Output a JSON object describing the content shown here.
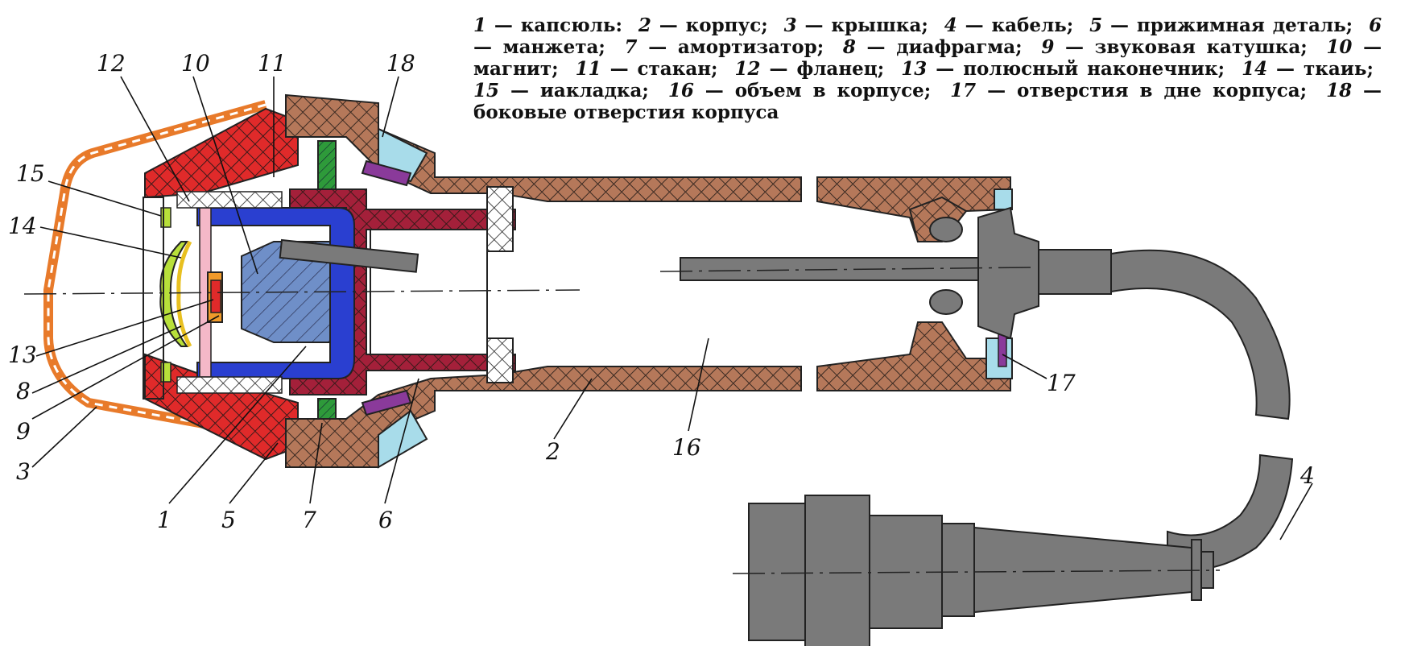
{
  "legend": {
    "entries": [
      {
        "num": "1",
        "text": "— капсюль:"
      },
      {
        "num": "2",
        "text": "— корпус;"
      },
      {
        "num": "3",
        "text": "— крышка;"
      },
      {
        "num": "4",
        "text": "— кабель;"
      },
      {
        "num": "5",
        "text": "— прижимная деталь;"
      },
      {
        "num": "6",
        "text": "— манжета;"
      },
      {
        "num": "7",
        "text": "— амортизатор;"
      },
      {
        "num": "8",
        "text": "— диафрагма;"
      },
      {
        "num": "9",
        "text": "— звуковая катушка;"
      },
      {
        "num": "10",
        "text": "— магнит;"
      },
      {
        "num": "11",
        "text": "— стакан;"
      },
      {
        "num": "12",
        "text": "— фланец;"
      },
      {
        "num": "13",
        "text": "— полюсный наконечник;"
      },
      {
        "num": "14",
        "text": "— ткаиь;"
      },
      {
        "num": "15",
        "text": "— иакладка;"
      },
      {
        "num": "16",
        "text": "— объем в корпусе;"
      },
      {
        "num": "17",
        "text": "— отверстия в дне корпуса;"
      },
      {
        "num": "18",
        "text": "— боковые отверстия корпуса"
      }
    ]
  },
  "callouts": {
    "c1": "1",
    "c2": "2",
    "c3": "3",
    "c4": "4",
    "c5": "5",
    "c6": "6",
    "c7": "7",
    "c8": "8",
    "c9": "9",
    "c10": "10",
    "c11": "11",
    "c12": "12",
    "c13": "13",
    "c14": "14",
    "c15": "15",
    "c16": "16",
    "c17": "17",
    "c18": "18"
  },
  "colors": {
    "housing": "#b5785a",
    "cap": "#e87a2a",
    "flange": "#e02a2a",
    "cup": "#a4203a",
    "magnet": "#6f8fc8",
    "pole_piece": "#2a3fd0",
    "cable": "#7a7a7a",
    "side_holes": "#a8dcea",
    "shock_absorber": "#2e9a3a",
    "diaphragm": "#b8e03a",
    "coil": "#f09a2a",
    "pad": "#f4b8c8",
    "cuff": "#8a3a9a"
  }
}
